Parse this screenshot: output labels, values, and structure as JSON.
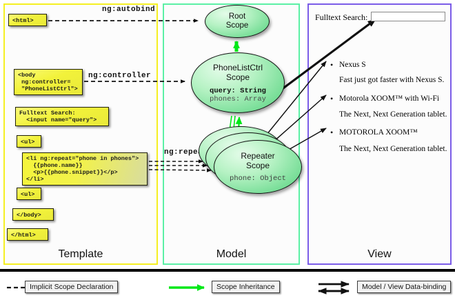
{
  "columns": [
    {
      "key": "template",
      "label": "Template",
      "border_color": "#f5ef21"
    },
    {
      "key": "model",
      "label": "Model",
      "border_color": "#5bf0a5"
    },
    {
      "key": "view",
      "label": "View",
      "border_color": "#7b5ce8"
    }
  ],
  "template": {
    "boxes": [
      {
        "id": "html",
        "text": "<html>"
      },
      {
        "id": "body",
        "text": "<body\n ng:controller=\n \"PhoneListCtrl\">"
      },
      {
        "id": "search",
        "text": "Fulltext Search:\n  <input name=\"query\">"
      },
      {
        "id": "ul1",
        "text": "<ul>"
      },
      {
        "id": "li",
        "text": "<li ng:repeat=\"phone in phones\">\n  {{phone.name}}\n  <p>{{phone.snippet}}</p>\n</li>"
      },
      {
        "id": "ul2",
        "text": "<ul>"
      },
      {
        "id": "body_end",
        "text": "</body>"
      },
      {
        "id": "html_end",
        "text": "</html>"
      }
    ]
  },
  "edge_labels": {
    "autobind": "ng:autobind",
    "controller": "ng:controller",
    "repeat": "ng:repeat"
  },
  "model": {
    "root_scope": {
      "title_line1": "Root",
      "title_line2": "Scope"
    },
    "phonelistctrl_scope": {
      "title_line1": "PhoneListCtrl",
      "title_line2": "Scope",
      "field_query": "query: String",
      "field_phones": "phones: Array"
    },
    "repeater_scope": {
      "title_line1": "Repeater",
      "title_line2": "Scope",
      "field_phone": "phone: Object"
    }
  },
  "view": {
    "search_label": "Fulltext Search:",
    "search_value": "",
    "search_placeholder": "",
    "items": [
      {
        "name": "Nexus S",
        "snippet": "Fast just got faster with Nexus S."
      },
      {
        "name": "Motorola XOOM™  with Wi-Fi",
        "snippet": "The Next, Next Generation tablet."
      },
      {
        "name": "MOTOROLA XOOM™",
        "snippet": "The Next, Next Generation tablet."
      }
    ]
  },
  "legend": {
    "items": [
      {
        "label": "Implicit Scope Declaration",
        "style": "dashed-arrow",
        "color": "#111111"
      },
      {
        "label": "Scope Inheritance",
        "style": "solid-arrow",
        "color": "#00e818"
      },
      {
        "label": "Model / View Data-binding",
        "style": "double-arrow",
        "color": "#111111"
      }
    ]
  },
  "colors": {
    "template_border": "#f5ef21",
    "model_border": "#5bf0a5",
    "view_border": "#7b5ce8",
    "code_box_fill": "#f0f03a",
    "scope_fill": "#86e3a2",
    "inheritance_arrow": "#00e818"
  }
}
